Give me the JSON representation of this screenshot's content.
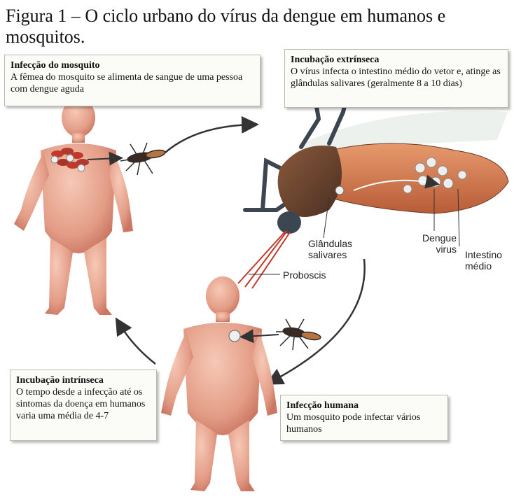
{
  "caption": "Figura 1 – O ciclo urbano do vírus da dengue em humanos e mosquitos.",
  "boxes": {
    "mosquito_infection": {
      "title": "Infecção do mosquito",
      "body": "A fêmea do mosquito se alimenta de sangue de uma pessoa com dengue aguda"
    },
    "extrinsic_incubation": {
      "title": "Incubação extrínseca",
      "body": "O vírus infecta o intestino médio do vetor e, atinge as glândulas salivares (geralmente 8 a 10 dias)"
    },
    "intrinsic_incubation": {
      "title": "Incubação intrínseca",
      "body": "O tempo desde a infecção até os sintomas da doença em humanos varia uma média de 4-7"
    },
    "human_infection": {
      "title": "Infecção humana",
      "body": "Um mosquito pode infectar vários humanos"
    }
  },
  "labels": {
    "salivary_glands": "Glândulas salivares",
    "dengue_virus": "Dengue virus",
    "midgut": "Intestino médio",
    "proboscis": "Proboscis"
  },
  "colors": {
    "skin": "#e7a48f",
    "mosquito_dark": "#3b4650",
    "abdomen": "#d98a5c",
    "arrow": "#333333"
  }
}
